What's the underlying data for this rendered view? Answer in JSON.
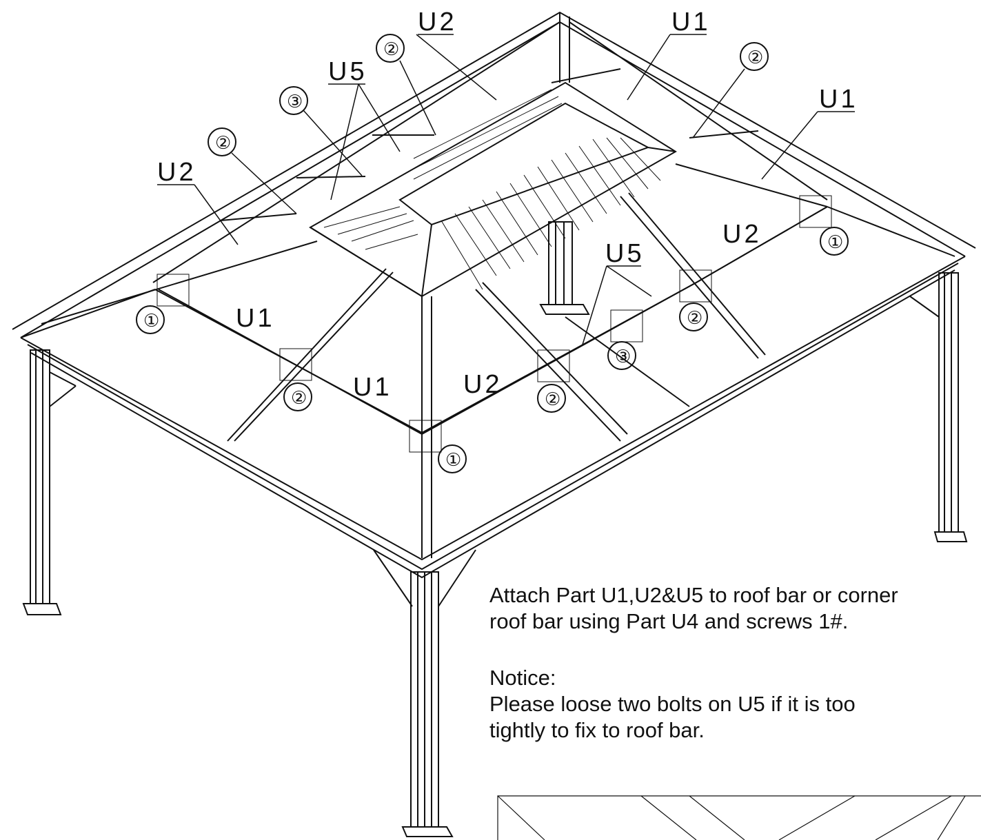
{
  "part_labels": {
    "u1": "U1",
    "u2": "U2",
    "u5": "U5"
  },
  "step_markers": {
    "one": "①",
    "two": "②",
    "three": "③"
  },
  "instructions": {
    "line1": "Attach Part U1,U2&U5 to roof bar or corner",
    "line2": "roof bar using Part U4 and screws 1#.",
    "notice_title": "Notice:",
    "notice_line1": "Please loose two bolts on U5 if it is too",
    "notice_line2": "tightly to fix to roof bar."
  }
}
